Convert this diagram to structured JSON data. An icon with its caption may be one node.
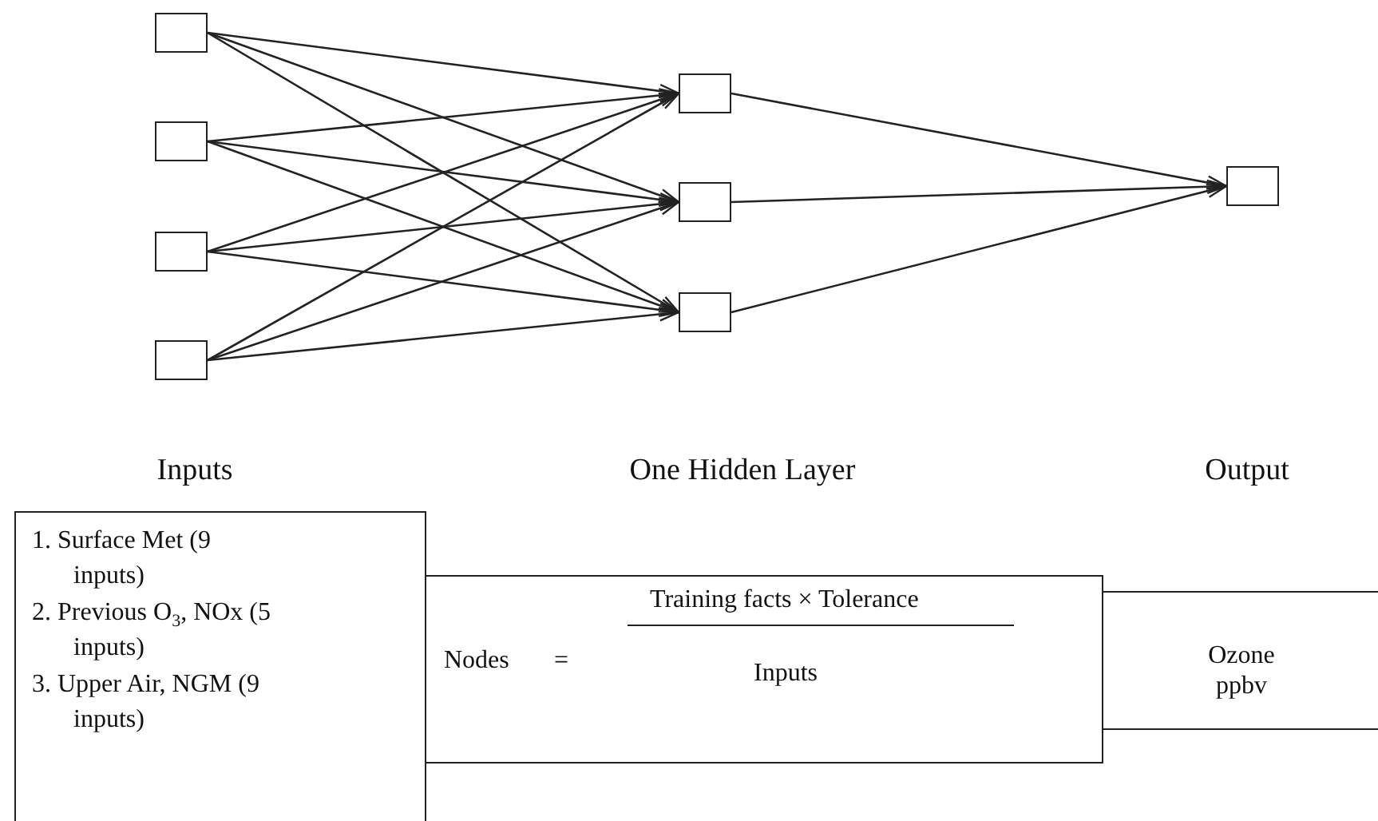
{
  "diagram": {
    "nodes": [
      {
        "text": [],
        "shape": "box"
      },
      {
        "text": [],
        "shape": "box"
      },
      {
        "text": [],
        "shape": "box"
      },
      {
        "text": [],
        "shape": "box"
      },
      {
        "text": [],
        "shape": "box"
      },
      {
        "text": [],
        "shape": "box"
      },
      {
        "text": [],
        "shape": "box"
      },
      {
        "text": [],
        "shape": "box"
      },
      {
        "text": [
          "1. Surface Met (9 inputs)",
          "2. Previous O$_{3}$, NOx (5 inputs)",
          "3. Upper Air, NGM (9 inputs)"
        ]
      },
      {
        "text": [
          "Nodes",
          "=",
          "Training facts × Tolerance",
          "Inputs"
        ]
      },
      {
        "text": [
          "Ozone ppbv"
        ]
      }
    ],
    "edges": [
      {
        "from": 0,
        "to": 4,
        "arrow": "to"
      },
      {
        "from": 0,
        "to": 5,
        "arrow": "to"
      },
      {
        "from": 0,
        "to": 6,
        "arrow": "to"
      },
      {
        "from": 1,
        "to": 4,
        "arrow": "to"
      },
      {
        "from": 1,
        "to": 5,
        "arrow": "to"
      },
      {
        "from": 1,
        "to": 6,
        "arrow": "to"
      },
      {
        "from": 2,
        "to": 4,
        "arrow": "to"
      },
      {
        "from": 2,
        "to": 5,
        "arrow": "to"
      },
      {
        "from": 2,
        "to": 6,
        "arrow": "to"
      },
      {
        "from": 3,
        "to": 4,
        "arrow": "to"
      },
      {
        "from": 3,
        "to": 5,
        "arrow": "to"
      },
      {
        "from": 3,
        "to": 6,
        "arrow": "to"
      },
      {
        "from": 4,
        "to": 7,
        "arrow": "to"
      },
      {
        "from": 5,
        "to": 7,
        "arrow": "to"
      },
      {
        "from": 6,
        "to": 7,
        "arrow": "to"
      }
    ],
    "labels": [
      "Inputs",
      "One Hidden Layer",
      "Output"
    ]
  }
}
